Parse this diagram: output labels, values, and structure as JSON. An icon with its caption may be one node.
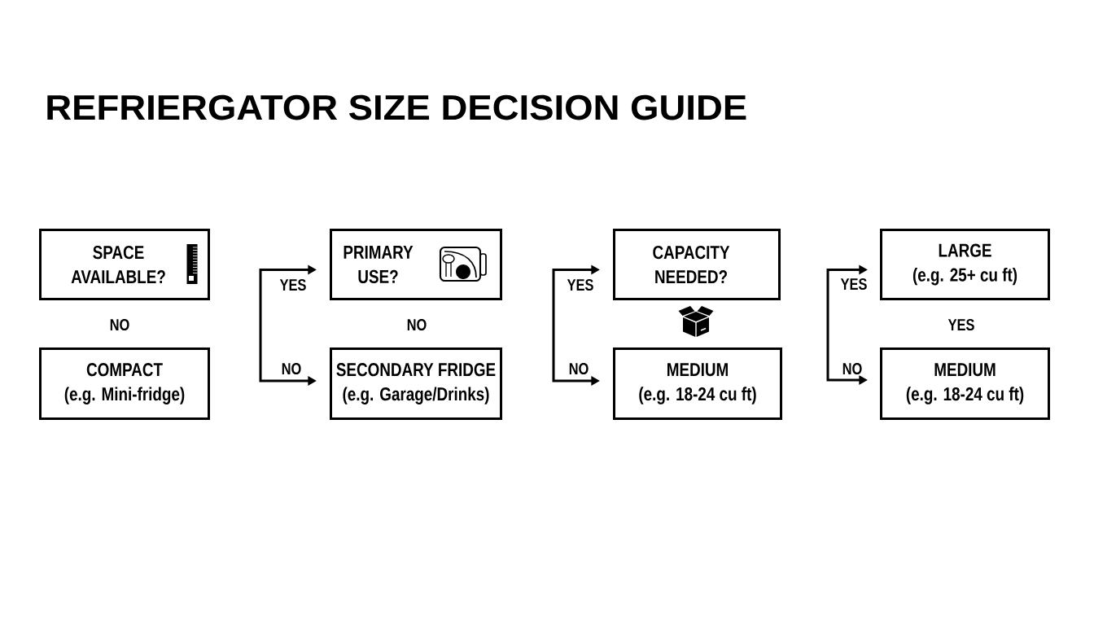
{
  "diagram": {
    "title": "REFRIERGATOR SIZE DECISION GUIDE",
    "nodes": [
      {
        "text": [
          "SPACE AVAILABLE?"
        ]
      },
      {
        "text": [
          "COMPACT",
          "(e.g. Mini-fridge)"
        ]
      },
      {
        "text": [
          "PRIMARY USE?"
        ]
      },
      {
        "text": [
          "SECONDARY FRIDGE",
          "(e.g. Garage/Drinks)"
        ]
      },
      {
        "text": [
          "CAPACITY NEEDED?"
        ]
      },
      {
        "text": [
          "MEDIUM",
          "(e.g. 18-24 cu ft)"
        ]
      },
      {
        "text": [
          "LARGE",
          "(e.g. 25+ cu ft)"
        ]
      },
      {
        "text": [
          "MEDIUM",
          "(e.g. 18-24 cu ft)"
        ]
      }
    ],
    "edges": [
      {
        "from": null,
        "to": 2,
        "arrow": "to",
        "label": "YES"
      },
      {
        "from": null,
        "to": 3,
        "arrow": "to",
        "label": "NO"
      },
      {
        "from": null,
        "to": 4,
        "arrow": "to",
        "label": "YES"
      },
      {
        "from": null,
        "to": 5,
        "arrow": "to",
        "label": "NO"
      },
      {
        "from": null,
        "to": 6,
        "arrow": "to",
        "label": "YES"
      },
      {
        "from": null,
        "to": 7,
        "arrow": "to",
        "label": "NO"
      }
    ],
    "labels": [
      "NO",
      "NO",
      "YES"
    ]
  }
}
